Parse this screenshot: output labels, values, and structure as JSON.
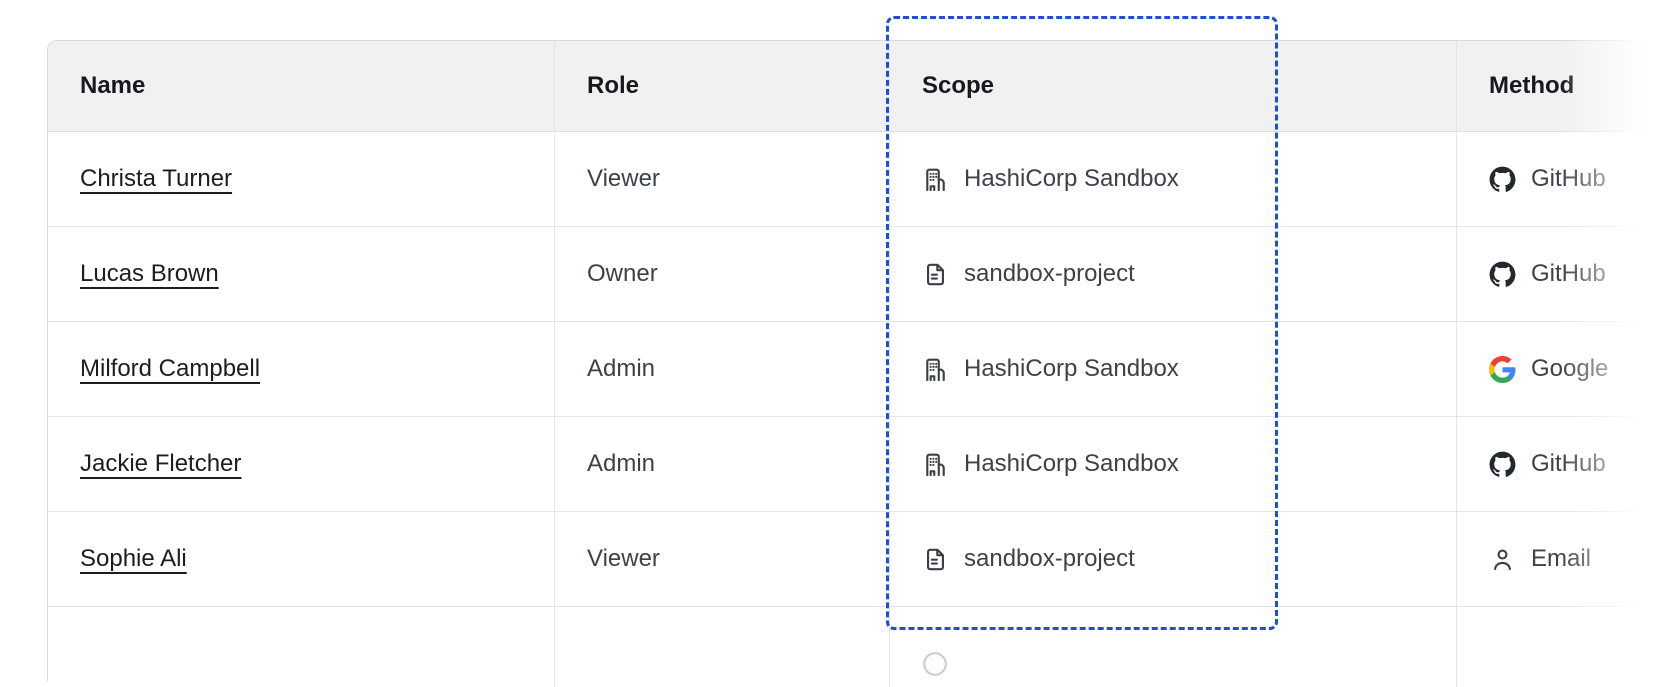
{
  "table": {
    "columns": [
      {
        "label": "Name"
      },
      {
        "label": "Role"
      },
      {
        "label": "Scope"
      },
      {
        "label": "Method"
      }
    ],
    "rows": [
      {
        "name": "Christa Turner",
        "role": "Viewer",
        "scope": {
          "icon": "organization-icon",
          "label": "HashiCorp Sandbox"
        },
        "method": {
          "icon": "github-icon",
          "label": "GitHub"
        }
      },
      {
        "name": "Lucas Brown",
        "role": "Owner",
        "scope": {
          "icon": "project-icon",
          "label": "sandbox-project"
        },
        "method": {
          "icon": "github-icon",
          "label": "GitHub"
        }
      },
      {
        "name": "Milford Campbell",
        "role": "Admin",
        "scope": {
          "icon": "organization-icon",
          "label": "HashiCorp Sandbox"
        },
        "method": {
          "icon": "google-icon",
          "label": "Google"
        }
      },
      {
        "name": "Jackie Fletcher",
        "role": "Admin",
        "scope": {
          "icon": "organization-icon",
          "label": "HashiCorp Sandbox"
        },
        "method": {
          "icon": "github-icon",
          "label": "GitHub"
        }
      },
      {
        "name": "Sophie Ali",
        "role": "Viewer",
        "scope": {
          "icon": "project-icon",
          "label": "sandbox-project"
        },
        "method": {
          "icon": "person-icon",
          "label": "Email"
        }
      }
    ]
  },
  "annotation": {
    "highlighted_column": "Scope",
    "highlight_style": "dashed-border"
  },
  "colors": {
    "accent_blue": "#1d4fd8",
    "header_bg": "#f1f1f2",
    "row_border": "#e4e5e8",
    "text_dark": "#17191c",
    "text_body": "#3d4149",
    "github_mark": "#24292f",
    "google_blue": "#4285F4",
    "google_green": "#34A853",
    "google_yellow": "#FBBC05",
    "google_red": "#EA4335"
  }
}
